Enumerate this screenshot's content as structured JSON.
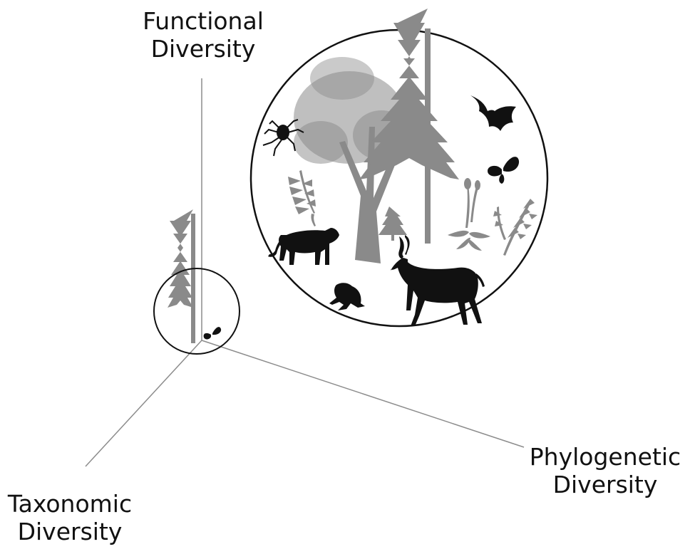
{
  "axes": {
    "functional": {
      "line1": "Functional",
      "line2": "Diversity"
    },
    "taxonomic": {
      "line1": "Taxonomic",
      "line2": "Diversity"
    },
    "phylogenetic": {
      "line1": "Phylogenetic",
      "line2": "Diversity"
    }
  },
  "colors": {
    "silhouette_gray": "#8a8a8a",
    "silhouette_black": "#111111",
    "axis_line": "#8c8c8c",
    "circle_stroke": "#111111"
  }
}
